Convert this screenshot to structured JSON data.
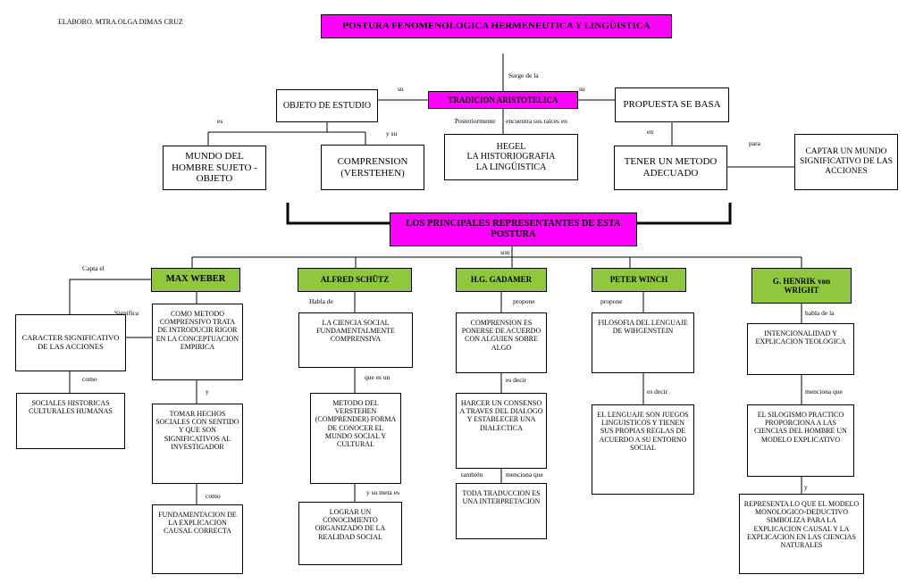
{
  "author": "ELABORO.    MTRA.OLGA DIMAS CRUZ",
  "title": "POSTURA  FENOMENOLOGICA HERMENEUTICA Y LINGÜISTICA",
  "connectors": {
    "surge": "Surge de la",
    "su_left": "su",
    "su_right": "su",
    "es": "es",
    "y_su": "y su",
    "posteriormente": "Posteriormente",
    "encuentra": "encuentra sus raíces en",
    "en": "en",
    "para": "para",
    "son": "son",
    "capta": "Capta el",
    "significa": "Significa\nque",
    "como1": "como",
    "y1": "y",
    "como2": "como",
    "habla_de": "Habla de",
    "que_es_un": "que es un",
    "y_su_meta": "y su meta es",
    "propone1": "propone",
    "es_decir1": "es decir",
    "tambien": "también",
    "menciona_que1": "menciona que",
    "propone2": "propone",
    "es_decir2": "es decir",
    "habla_de_la": "habla de  la",
    "menciona_que2": "menciona que",
    "y2": "y"
  },
  "nodes": {
    "tradicion": "TRADICION ARISTOTELICA",
    "objeto": "OBJETO DE ESTUDIO",
    "propuesta": "PROPUESTA SE BASA",
    "mundo": "MUNDO DEL HOMBRE SUJETO - OBJETO",
    "comprension": "COMPRENSION (VERSTEHEN)",
    "hegel": "HEGEL\nLA  HISTORIOGRAFIA\nLA LINGÜISTICA",
    "tener": "TENER UN METODO ADECUADO",
    "captar": "CAPTAR UN MUNDO SIGNIFICATIVO DE LAS ACCIONES",
    "representantes": "LOS PRINCIPALES REPRESENTANTES DE ESTA POSTURA"
  },
  "authors": {
    "weber": "MAX WEBER",
    "schutz": "ALFRED SCHÜTZ",
    "gadamer": "H.G. GADAMER",
    "winch": "PETER WINCH",
    "wright": "G. HENRIK von WRIGHT"
  },
  "weber": {
    "caracter": "CARACTER SIGNIFICATIVO DE LAS ACCIONES",
    "sociales": "SOCIALES HISTORICAS CULTURALES HUMANAS",
    "metodo": "COMO METODO COMPRENSIVO TRATA DE INTRODUCIR RIGOR EN LA CONCEPTUACION EMPIRICA",
    "tomar": "TOMAR HECHOS SOCIALES CON SENTIDO Y QUE SON SIGNIFICATIVOS AL INVESTIGADOR",
    "fundamentacion": "FUNDAMENTACION DE LA EXPLICACION CAUSAL CORRECTA"
  },
  "schutz": {
    "ciencia": "LA CIENCIA SOCIAL FUNDAMENTALMENTE COMPRENSIVA",
    "metodo": "METODO DEL VERSTEHEN (COMPRENDER) FORMA DE CONOCER EL MUNDO SOCIAL Y CULTURAL",
    "lograr": "LOGRAR UN CONOCIMIENTO ORGANIZADO DE LA REALIDAD SOCIAL"
  },
  "gadamer": {
    "comprension": "COMPRENSION ES PONERSE DE ACUERDO CON ALGUIEN SOBRE ALGO",
    "hacer": "HARCER UN CONSENSO A TRAVES DEL DIALOGO Y ESTABLECER UNA DIALECTICA",
    "toda": "TODA TRADUCCION ES UNA INTERPRETACION"
  },
  "winch": {
    "filosofia": "FILOSOFIA DEL LENGUAJE DE WIHGENSTEIN",
    "lenguaje": "EL LENGUAJE SON JUEGOS LINGUISTICOS Y TIENEN SUS PROPIAS REGLAS DE ACUERDO A SU ENTORNO SOCIAL"
  },
  "wright": {
    "intencionalidad": "INTENCIONALIDAD Y EXPLICACION TEOLOGICA",
    "silogismo": "EL SILOGISMO PRACTICO PROPORCIONA A LAS CIENCIAS DEL HOMBRE UN MODELO EXPLICATIVO",
    "representa": "REPRESENTA LO QUE EL MODELO MONOLOGICO-DEDUCTIVO SIMBOLIZA PARA LA EXPLICACION CAUSAL Y LA EXPLICACION EN LAS CIENCIAS NATURALES"
  },
  "colors": {
    "title_bg": "#ff00ff",
    "author_bg": "#8fc73e",
    "line": "#000000"
  }
}
